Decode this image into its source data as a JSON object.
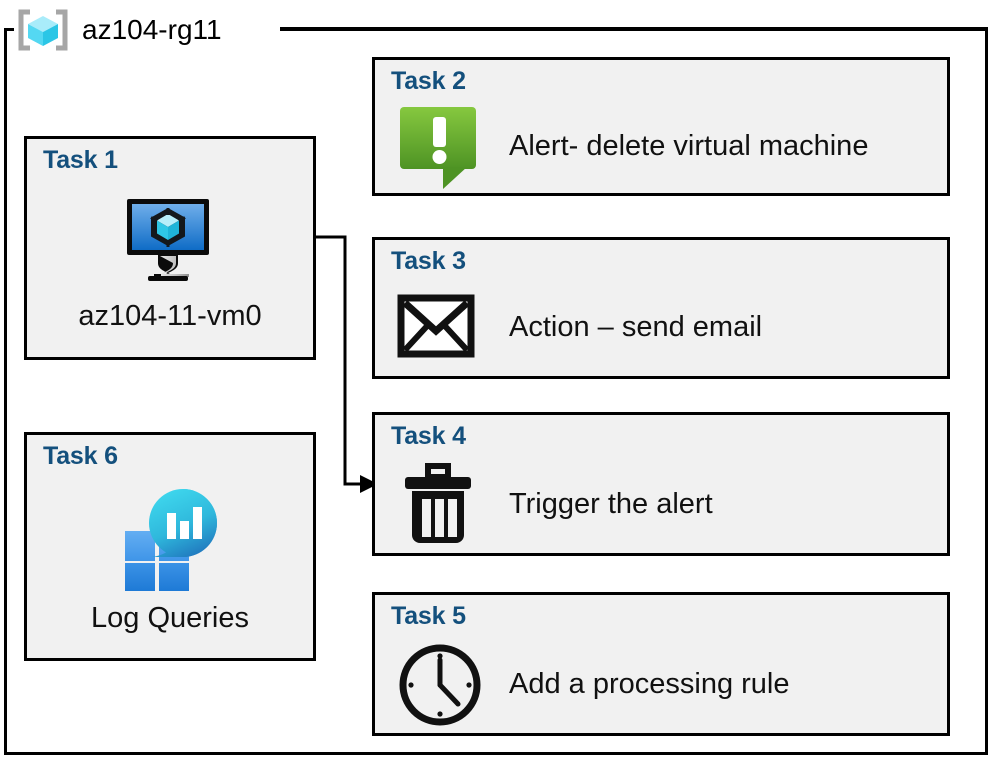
{
  "diagram": {
    "resource_group": {
      "name": "az104-rg11",
      "icon": "resource-group-cube-icon"
    },
    "colors": {
      "task_title": "#14507D",
      "box_fill": "#F1F1F1",
      "box_border": "#000000",
      "alert_green_light": "#7CC03A",
      "alert_green_dark": "#549B28",
      "vm_blue_light": "#5BA0E5",
      "vm_blue_dark": "#1272CE",
      "log_cyan": "#32CFE8",
      "log_blue": "#2D8BD6",
      "rg_cube_cyan": "#7DE4F7",
      "rg_bracket_gray": "#A6A6A6"
    },
    "tasks": [
      {
        "id": "task-1",
        "title": "Task 1",
        "label": "az104-11-vm0",
        "icon": "virtual-machine-icon"
      },
      {
        "id": "task-2",
        "title": "Task 2",
        "label": "Alert- delete virtual machine",
        "icon": "alert-exclamation-icon"
      },
      {
        "id": "task-3",
        "title": "Task 3",
        "label": "Action – send email",
        "icon": "envelope-icon"
      },
      {
        "id": "task-4",
        "title": "Task 4",
        "label": "Trigger the alert",
        "icon": "trash-delete-icon"
      },
      {
        "id": "task-5",
        "title": "Task 5",
        "label": "Add a processing rule",
        "icon": "clock-icon"
      },
      {
        "id": "task-6",
        "title": "Task 6",
        "label": "Log Queries",
        "icon": "log-analytics-icon"
      }
    ],
    "connector": {
      "from": "task-1",
      "to": "task-4",
      "arrow": "arrow-right-head"
    }
  }
}
